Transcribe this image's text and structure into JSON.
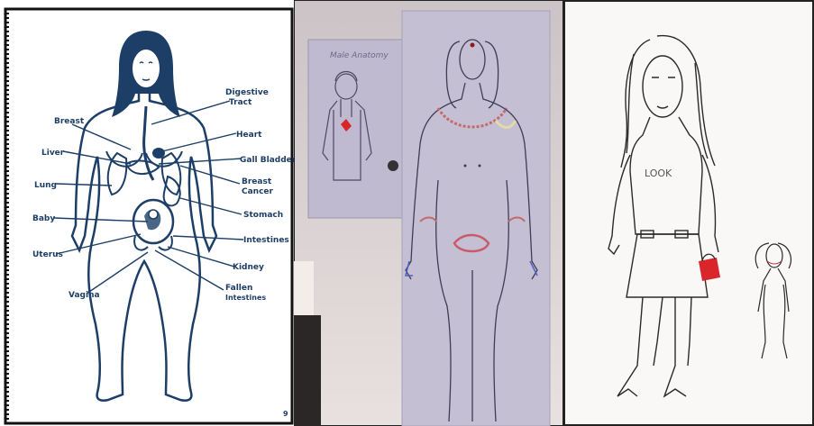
{
  "panel1": {
    "labels": {
      "digestive": "Digestive",
      "tract": "Tract",
      "breast": "Breast",
      "heart": "Heart",
      "liver": "Liver",
      "gall_bladder": "Gall Bladder",
      "lung": "Lung",
      "breast_cancer_1": "Breast",
      "breast_cancer_2": "Cancer",
      "stomach": "Stomach",
      "baby": "Baby",
      "intestines": "Intestines",
      "uterus": "Uterus",
      "kidney": "Kidney",
      "fallen_1": "Fallen",
      "fallen_2": "Intestines",
      "vagina": "Vagina"
    },
    "page_number": "9"
  },
  "panel2": {
    "poster_title": "Male Anatomy"
  },
  "panel3": {
    "shirt_text": "LOOK"
  },
  "colors": {
    "ink_blue": "#1d3e67",
    "marker_black": "#2a2a2a",
    "red": "#d8262b"
  }
}
